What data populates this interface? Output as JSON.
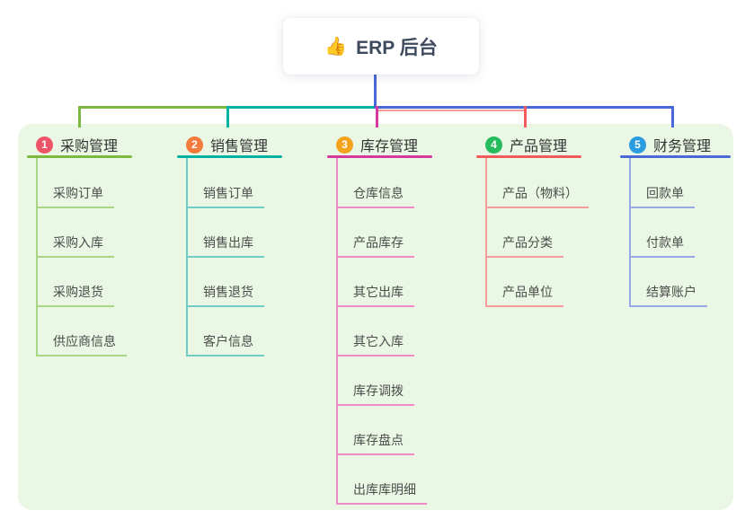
{
  "root": {
    "icon": "👍",
    "title": "ERP 后台",
    "text_color": "#3d4a5d"
  },
  "panel": {
    "background": "#eaf7e4"
  },
  "connector": {
    "trunk_color": "#4a68d6",
    "faded_red_color": "#f59a9a"
  },
  "branches": [
    {
      "number": "1",
      "label": "采购管理",
      "badge_color": "#ee5468",
      "line_color": "#7cb93f",
      "sub_line_color": "#a9d584",
      "children": [
        "采购订单",
        "采购入库",
        "采购退货",
        "供应商信息"
      ]
    },
    {
      "number": "2",
      "label": "销售管理",
      "badge_color": "#f57b3d",
      "line_color": "#00b2a3",
      "sub_line_color": "#6fccc3",
      "children": [
        "销售订单",
        "销售出库",
        "销售退货",
        "客户信息"
      ]
    },
    {
      "number": "3",
      "label": "库存管理",
      "badge_color": "#f5a31d",
      "line_color": "#d5399e",
      "sub_line_color": "#ee8ac5",
      "children": [
        "仓库信息",
        "产品库存",
        "其它出库",
        "其它入库",
        "库存调拨",
        "库存盘点",
        "出库库明细"
      ]
    },
    {
      "number": "4",
      "label": "产品管理",
      "badge_color": "#26bc5e",
      "line_color": "#f25b5b",
      "sub_line_color": "#f79c9c",
      "children": [
        "产品（物料）",
        "产品分类",
        "产品单位"
      ]
    },
    {
      "number": "5",
      "label": "财务管理",
      "badge_color": "#2a9ce0",
      "line_color": "#4a68d6",
      "sub_line_color": "#96a9e4",
      "children": [
        "回款单",
        "付款单",
        "结算账户"
      ]
    }
  ]
}
